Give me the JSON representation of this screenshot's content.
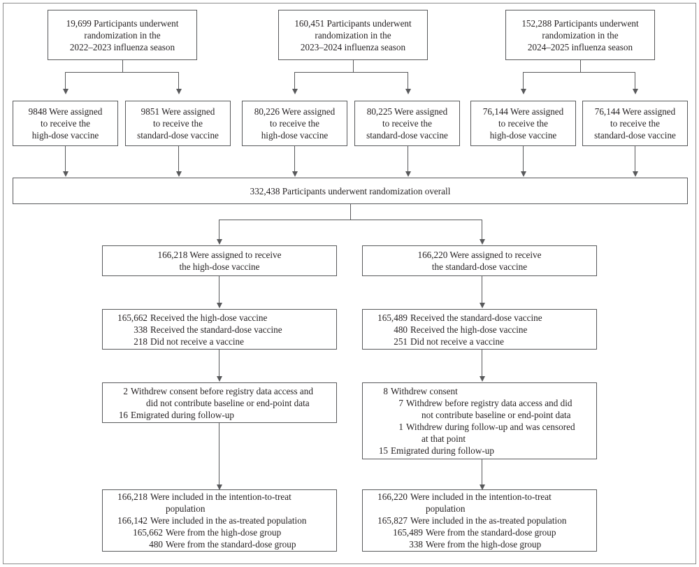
{
  "figure": {
    "type": "consort-flow-diagram",
    "title": "Randomization and vaccination flow across three influenza seasons"
  },
  "seasons": [
    {
      "id": "season-2022-2023",
      "lines": [
        "19,699 Participants underwent",
        "randomization in the",
        "2022–2023 influenza season"
      ],
      "arms": [
        {
          "id": "high-dose",
          "lines": [
            "9848 Were assigned",
            "to receive the",
            "high-dose vaccine"
          ]
        },
        {
          "id": "standard-dose",
          "lines": [
            "9851 Were assigned",
            "to receive the",
            "standard-dose vaccine"
          ]
        }
      ]
    },
    {
      "id": "season-2023-2024",
      "lines": [
        "160,451 Participants underwent",
        "randomization in the",
        "2023–2024 influenza season"
      ],
      "arms": [
        {
          "id": "high-dose",
          "lines": [
            "80,226 Were assigned",
            "to receive the",
            "high-dose vaccine"
          ]
        },
        {
          "id": "standard-dose",
          "lines": [
            "80,225 Were assigned",
            "to receive the",
            "standard-dose vaccine"
          ]
        }
      ]
    },
    {
      "id": "season-2024-2025",
      "lines": [
        "152,288 Participants underwent",
        "randomization in the",
        "2024–2025 influenza season"
      ],
      "arms": [
        {
          "id": "high-dose",
          "lines": [
            "76,144 Were assigned",
            "to receive the",
            "high-dose vaccine"
          ]
        },
        {
          "id": "standard-dose",
          "lines": [
            "76,144 Were assigned",
            "to receive the",
            "standard-dose vaccine"
          ]
        }
      ]
    }
  ],
  "overall": {
    "text": "332,438 Participants underwent randomization overall"
  },
  "arms": {
    "high": {
      "assigned": {
        "line1": "166,218 Were assigned to receive",
        "line2": "the high-dose vaccine"
      },
      "received": [
        {
          "num": "165,662",
          "text": "Received the high-dose vaccine"
        },
        {
          "num": "338",
          "text": "Received the standard-dose vaccine"
        },
        {
          "num": "218",
          "text": "Did not receive a vaccine"
        }
      ],
      "withdrawals": [
        {
          "num": "2",
          "text": "Withdrew consent before registry data access and",
          "cont": "did not contribute baseline or end-point data"
        },
        {
          "num": "16",
          "text": "Emigrated during follow-up"
        }
      ],
      "populations": [
        {
          "num": "166,218",
          "text": "Were included in the intention-to-treat",
          "cont": "population"
        },
        {
          "num": "166,142",
          "text": "Were included in the as-treated population"
        },
        {
          "num": "165,662",
          "text": "Were from the high-dose group",
          "indent": 1
        },
        {
          "num": "480",
          "text": "Were from the standard-dose group",
          "indent": 1
        }
      ]
    },
    "standard": {
      "assigned": {
        "line1": "166,220 Were assigned to receive",
        "line2": "the standard-dose vaccine"
      },
      "received": [
        {
          "num": "165,489",
          "text": "Received the standard-dose vaccine"
        },
        {
          "num": "480",
          "text": "Received the high-dose vaccine"
        },
        {
          "num": "251",
          "text": "Did not receive a vaccine"
        }
      ],
      "withdrawals": [
        {
          "num": "8",
          "text": "Withdrew consent"
        },
        {
          "num": "7",
          "text": "Withdrew before registry data access and did",
          "cont": "not contribute baseline or end-point data",
          "indent": 1
        },
        {
          "num": "1",
          "text": "Withdrew during follow-up and was censored",
          "cont": "at that point",
          "indent": 1
        },
        {
          "num": "15",
          "text": "Emigrated during follow-up"
        }
      ],
      "populations": [
        {
          "num": "166,220",
          "text": "Were included in the intention-to-treat",
          "cont": "population"
        },
        {
          "num": "165,827",
          "text": "Were included in the as-treated population"
        },
        {
          "num": "165,489",
          "text": "Were from the standard-dose group",
          "indent": 1
        },
        {
          "num": "338",
          "text": "Were from the high-dose group",
          "indent": 1
        }
      ]
    }
  },
  "colors": {
    "stroke": "#58595b",
    "frame": "#8c8c8c",
    "text": "#231f20",
    "background": "#ffffff"
  }
}
